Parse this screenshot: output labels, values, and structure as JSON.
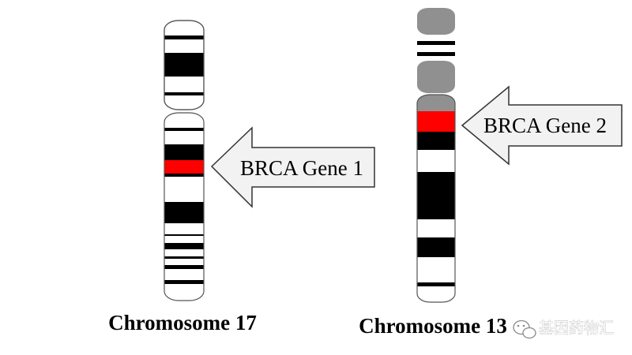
{
  "colors": {
    "band_black": "#000000",
    "band_white": "#ffffff",
    "band_gray": "#909090",
    "gene_marker": "#ff0000",
    "arrow_fill": "#f2f2f2",
    "arrow_stroke": "#333333"
  },
  "chromosome_17": {
    "caption": "Chromosome 17",
    "gene_label": "BRCA Gene 1"
  },
  "chromosome_13": {
    "caption": "Chromosome 13",
    "gene_label": "BRCA Gene 2"
  },
  "watermark": {
    "text": "基因药物汇",
    "icon": "wechat-icon"
  }
}
